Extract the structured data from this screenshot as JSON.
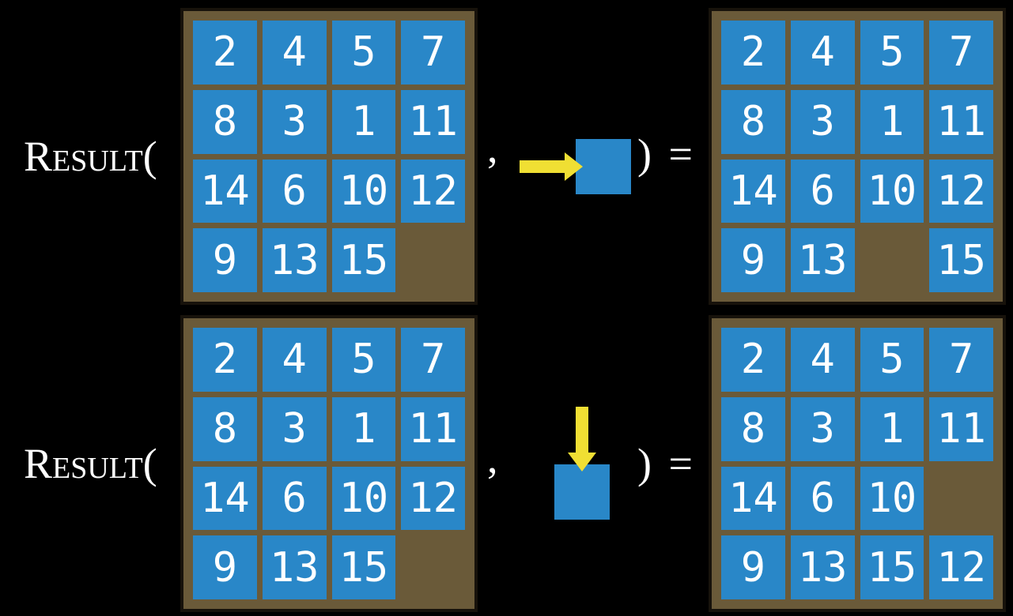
{
  "figure": {
    "description": "Two examples of the Result function applied to a 15-puzzle state",
    "background": "#000000"
  },
  "colors": {
    "tile_blue": "#2987C8",
    "frame_brown": "#6A5A39",
    "frame_edge": "#17120b",
    "arrow_yellow": "#F0DF33",
    "text_white": "#FFFFFF"
  },
  "function_label": "Result(",
  "comma": ",",
  "close_label": ") =",
  "rows": [
    {
      "name": "move-right-example",
      "move_direction": "right",
      "input_grid": [
        [
          "2",
          "4",
          "5",
          "7"
        ],
        [
          "8",
          "3",
          "1",
          "11"
        ],
        [
          "14",
          "6",
          "10",
          "12"
        ],
        [
          "9",
          "13",
          "15",
          ""
        ]
      ],
      "output_grid": [
        [
          "2",
          "4",
          "5",
          "7"
        ],
        [
          "8",
          "3",
          "1",
          "11"
        ],
        [
          "14",
          "6",
          "10",
          "12"
        ],
        [
          "9",
          "13",
          "",
          "15"
        ]
      ]
    },
    {
      "name": "move-down-example",
      "move_direction": "down",
      "input_grid": [
        [
          "2",
          "4",
          "5",
          "7"
        ],
        [
          "8",
          "3",
          "1",
          "11"
        ],
        [
          "14",
          "6",
          "10",
          "12"
        ],
        [
          "9",
          "13",
          "15",
          ""
        ]
      ],
      "output_grid": [
        [
          "2",
          "4",
          "5",
          "7"
        ],
        [
          "8",
          "3",
          "1",
          "11"
        ],
        [
          "14",
          "6",
          "10",
          ""
        ],
        [
          "9",
          "13",
          "15",
          "12"
        ]
      ]
    }
  ]
}
